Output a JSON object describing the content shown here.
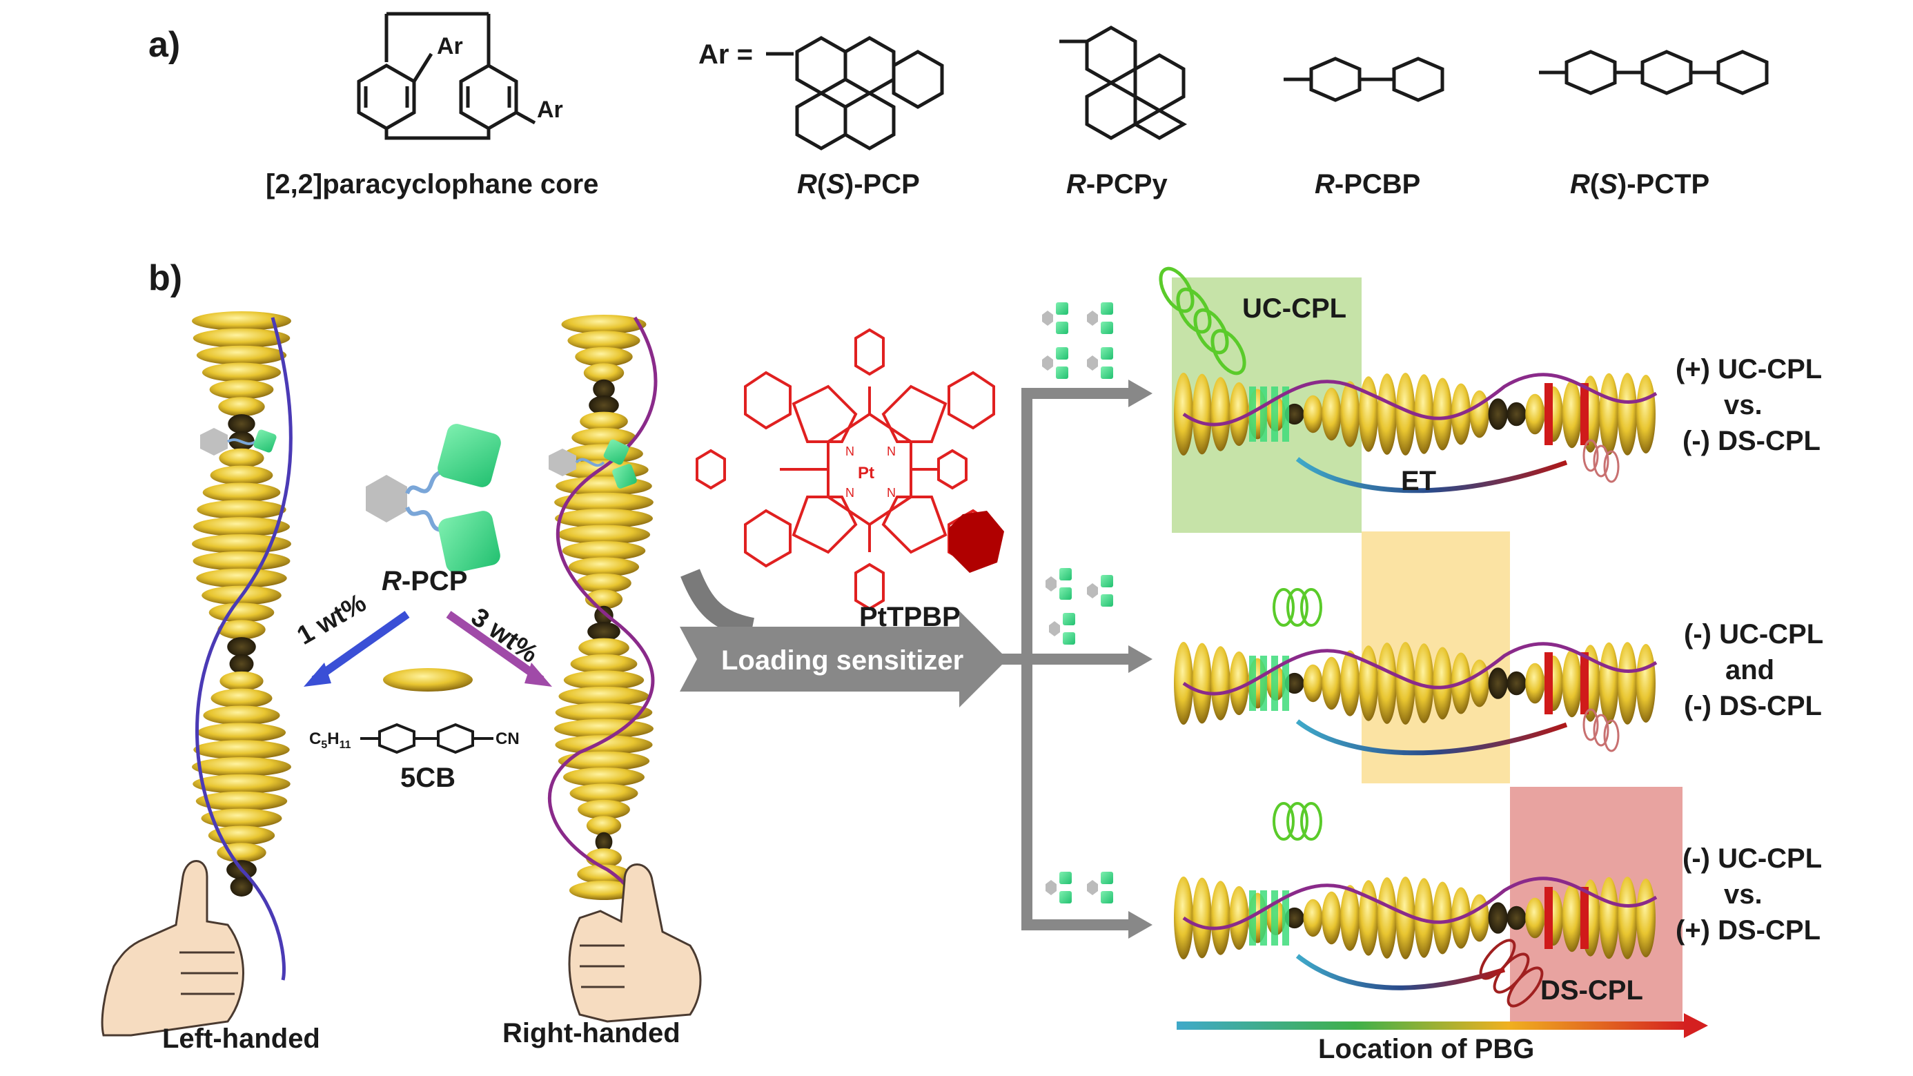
{
  "panel_a": {
    "label": "a)",
    "core": {
      "ar_top": "Ar",
      "ar_bottom": "Ar",
      "caption": "[2,2]paracyclophane core"
    },
    "ar_equals": "Ar =",
    "compounds": [
      {
        "pre": "R",
        "paren_open": "(",
        "mid": "S",
        "paren_close": ")",
        "suffix": "-PCP"
      },
      {
        "pre": "R",
        "suffix": "-PCPy"
      },
      {
        "pre": "R",
        "suffix": "-PCBP"
      },
      {
        "pre": "R",
        "paren_open": "(",
        "mid": "S",
        "paren_close": ")",
        "suffix": "-PCTP"
      }
    ]
  },
  "panel_b": {
    "label": "b)",
    "dopant": {
      "pre": "R",
      "suffix": "-PCP"
    },
    "left_arrow": "1 wt%",
    "right_arrow": "3 wt%",
    "host": {
      "c_sub": "C",
      "c_index": "5",
      "h_sub": "H",
      "h_index": "11",
      "cn": "CN",
      "name": "5CB"
    },
    "left_caption": "Left-handed",
    "right_caption": "Right-handed",
    "sensitizer": {
      "pt": "Pt",
      "n": "N",
      "name": "PtTPBP"
    },
    "loading_text": "Loading sensitizer",
    "uc_label": "UC-CPL",
    "et_label": "ET",
    "ds_label": "DS-CPL",
    "results": [
      {
        "line1": "(+) UC-CPL",
        "line2": "vs.",
        "line3": "(-) DS-CPL"
      },
      {
        "line1": "(-) UC-CPL",
        "line2": "and",
        "line3": "(-) DS-CPL"
      },
      {
        "line1": "(-) UC-CPL",
        "line2": "vs.",
        "line3": "(+) DS-CPL"
      }
    ],
    "pbg_axis": "Location of PBG"
  },
  "colors": {
    "mesogen": "#e8c530",
    "helix_left": "#4a3ab5",
    "helix_right": "#8a2a8a",
    "porphyrin": "#e02020",
    "uc_box": "#c6e3a8",
    "mid_box": "#fbe3a3",
    "ds_box": "#e8a3a0",
    "arrow_grey": "#888888",
    "arrow_blue": "#3a4fd6",
    "arrow_purple": "#a04aa8"
  }
}
